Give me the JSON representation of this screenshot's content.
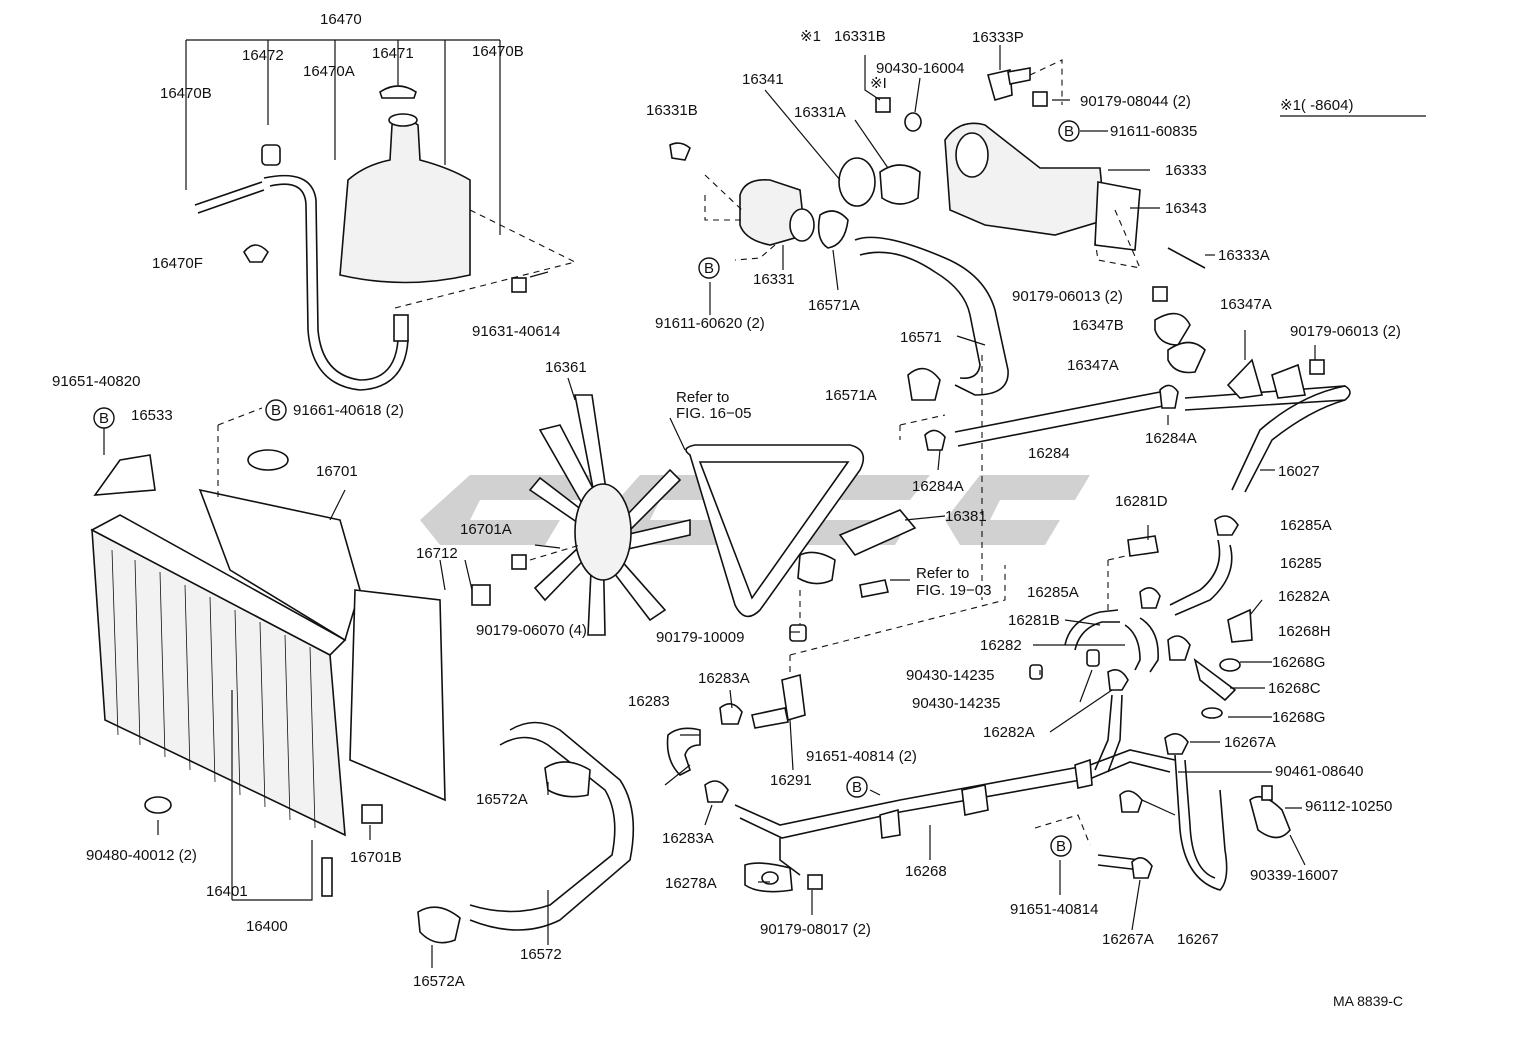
{
  "diagram": {
    "footnote_ref": "※1(      -8604)",
    "figure_code": "MA 8839-C",
    "labels": {
      "l16470": "16470",
      "l16472": "16472",
      "l16471": "16471",
      "l16470B_r": "16470B",
      "l16470B_l": "16470B",
      "l16470A": "16470A",
      "l16470F": "16470F",
      "l91631_40614": "91631-40614",
      "l91651_40820": "91651-40820",
      "l16533": "16533",
      "l91661_40618": "91661-40618 (2)",
      "l16701": "16701",
      "l16701A": "16701A",
      "l16712": "16712",
      "l90480_40012": "90480-40012 (2)",
      "l16401": "16401",
      "l16400": "16400",
      "l16701B": "16701B",
      "l16361": "16361",
      "l90179_06070": "90179-06070 (4)",
      "l16331B_top": "16331B",
      "l16331B_left": "16331B",
      "l16341": "16341",
      "l16331A": "16331A",
      "l90430_16004": "90430-16004",
      "l16333P": "16333P",
      "l90179_08044": "90179-08044 (2)",
      "l91611_60835": "91611-60835",
      "l16333": "16333",
      "l16343": "16343",
      "l16333A": "16333A",
      "l16331": "16331",
      "l16571A_top": "16571A",
      "l91611_60620": "91611-60620 (2)",
      "l16571": "16571",
      "l16571A_bot": "16571A",
      "l90179_06013_a": "90179-06013 (2)",
      "l16347B": "16347B",
      "l16347A_l": "16347A",
      "l16347A_r": "16347A",
      "l90179_06013_b": "90179-06013 (2)",
      "l16284A_r": "16284A",
      "l16284": "16284",
      "l16284A_l": "16284A",
      "l16027": "16027",
      "l16285A_r": "16285A",
      "l16285": "16285",
      "l16281D": "16281D",
      "l16381": "16381",
      "l16285A_l": "16285A",
      "l16282A_r": "16282A",
      "l16281B": "16281B",
      "l16268H": "16268H",
      "l16282": "16282",
      "l16268G_a": "16268G",
      "l90430_14235_a": "90430-14235",
      "l16268C": "16268C",
      "l90430_14235_b": "90430-14235",
      "l16268G_b": "16268G",
      "l16282A_l": "16282A",
      "l16267A_r": "16267A",
      "l90461_08640": "90461-08640",
      "l96112_10250": "96112-10250",
      "l90339_16007": "90339-16007",
      "l16267": "16267",
      "l16267A_l": "16267A",
      "l91651_40814_b": "91651-40814",
      "l90179_10009": "90179-10009",
      "l16283A_top": "16283A",
      "l16283": "16283",
      "l16291": "16291",
      "l91651_40814_a": "91651-40814 (2)",
      "l16283A_bot": "16283A",
      "l16268": "16268",
      "l16278A": "16278A",
      "l90179_08017": "90179-08017 (2)",
      "l16572A_top": "16572A",
      "l16572": "16572",
      "l16572A_bot": "16572A",
      "star1_a": "※1",
      "star1_b": "※I",
      "refer1_a": "Refer to",
      "refer1_b": "FIG. 16−05",
      "refer2_a": "Refer to",
      "refer2_b": "FIG. 19−03",
      "b": "B"
    }
  }
}
